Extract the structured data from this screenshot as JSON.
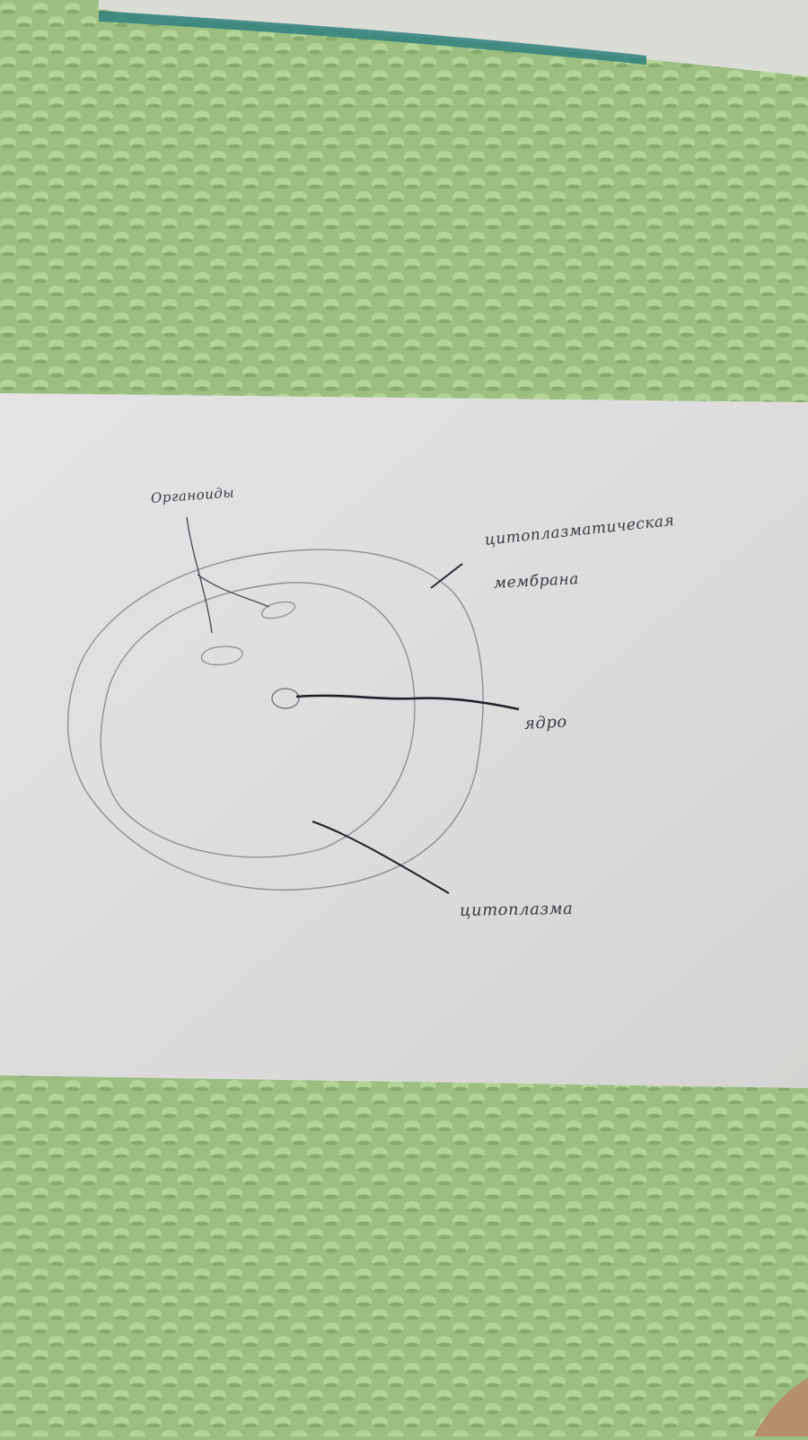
{
  "colors": {
    "blanket_green": "#9cbf80",
    "paper": "#dedede",
    "pencil": "#8e8e96",
    "ink": "#1e1e28"
  },
  "drawing": {
    "labels": {
      "organoids": "Органоиды",
      "membrane_line1": "цитоплазматическая",
      "membrane_line2": "мембрана",
      "nucleus": "ядро",
      "cytoplasm": "цитоплазма"
    }
  }
}
